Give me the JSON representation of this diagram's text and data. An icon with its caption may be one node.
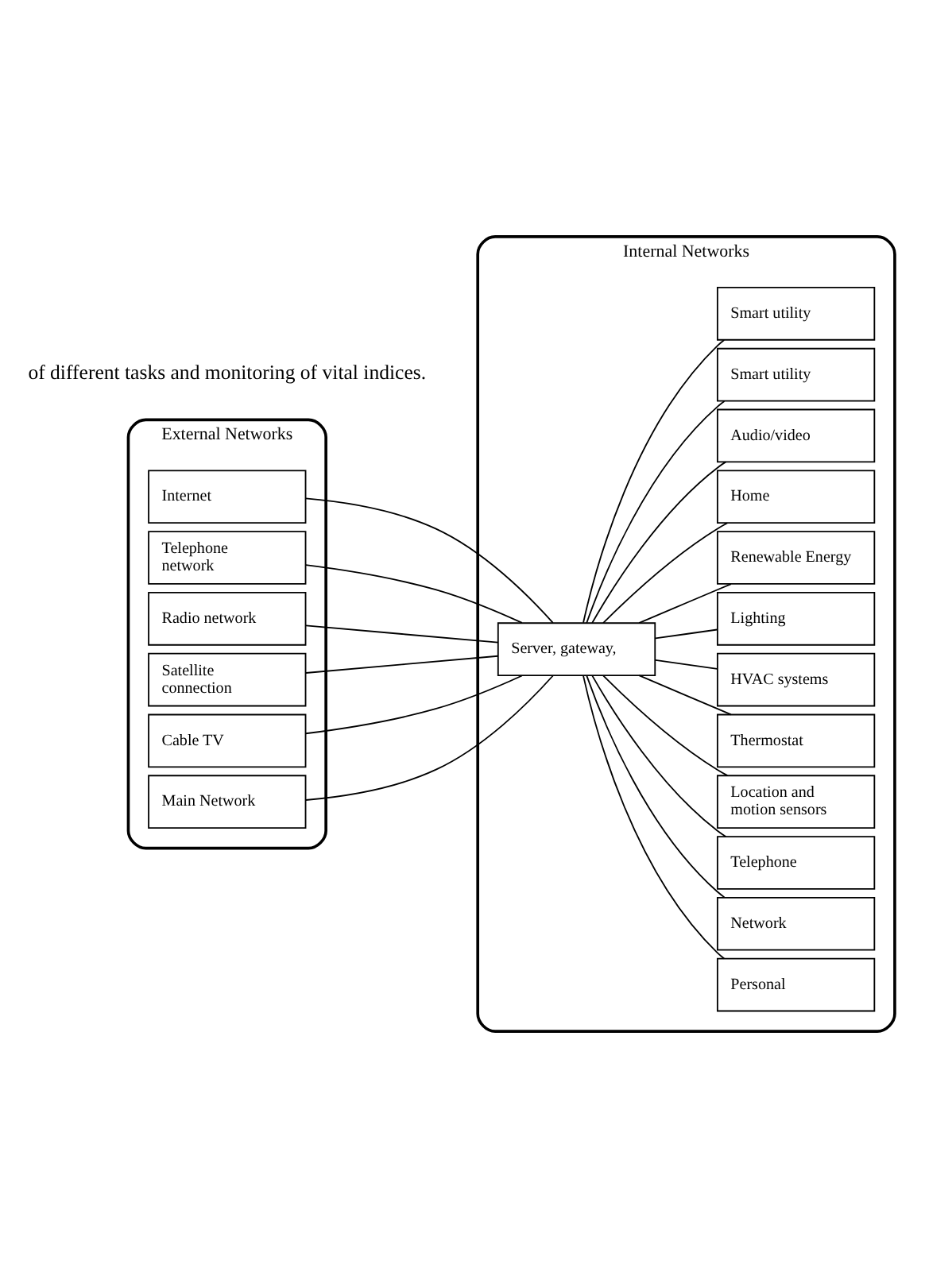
{
  "diagram": {
    "nodes": [
      {
        "text": [
          "External Networks"
        ]
      },
      {
        "text": [
          "Internet"
        ],
        "in": 0
      },
      {
        "text": [
          "Telephone network"
        ],
        "in": 0
      },
      {
        "text": [
          "Radio network"
        ],
        "in": 0
      },
      {
        "text": [
          "Satellite connection"
        ],
        "in": 0
      },
      {
        "text": [
          "Cable TV"
        ],
        "in": 0
      },
      {
        "text": [
          "Main Network"
        ],
        "in": 0
      },
      {
        "text": [
          "Internal Networks"
        ]
      },
      {
        "text": [
          "Server, gateway,"
        ],
        "in": 7
      },
      {
        "text": [
          "Personal"
        ],
        "in": 7
      },
      {
        "text": [
          "Network"
        ],
        "in": 7
      },
      {
        "text": [
          "Telephone"
        ],
        "in": 7
      },
      {
        "text": [
          "Location and motion sensors"
        ],
        "in": 7
      },
      {
        "text": [
          "Thermostat"
        ],
        "in": 7
      },
      {
        "text": [
          "HVAC systems"
        ],
        "in": 7
      },
      {
        "text": [
          "Lighting"
        ],
        "in": 7
      },
      {
        "text": [
          "Renewable Energy"
        ],
        "in": 7
      },
      {
        "text": [
          "Home"
        ],
        "in": 7
      },
      {
        "text": [
          "Audio/video"
        ],
        "in": 7
      },
      {
        "text": [
          "Smart utility"
        ],
        "in": 7
      },
      {
        "text": [
          "Smart utility"
        ],
        "in": 7
      }
    ],
    "edges": [
      {
        "from": 1,
        "to": 8,
        "arrow": "none"
      },
      {
        "from": 2,
        "to": 8,
        "arrow": "none"
      },
      {
        "from": 3,
        "to": 8,
        "arrow": "none"
      },
      {
        "from": 4,
        "to": 8,
        "arrow": "none"
      },
      {
        "from": 5,
        "to": 8,
        "arrow": "none"
      },
      {
        "from": 6,
        "to": 8,
        "arrow": "none"
      },
      {
        "from": 8,
        "to": 9,
        "arrow": "none"
      },
      {
        "from": 8,
        "to": 10,
        "arrow": "none"
      },
      {
        "from": 8,
        "to": 11,
        "arrow": "none"
      },
      {
        "from": 8,
        "to": 12,
        "arrow": "none"
      },
      {
        "from": 8,
        "to": 13,
        "arrow": "none"
      },
      {
        "from": 8,
        "to": 14,
        "arrow": "none"
      },
      {
        "from": 8,
        "to": 15,
        "arrow": "none"
      },
      {
        "from": 8,
        "to": 16,
        "arrow": "none"
      },
      {
        "from": 8,
        "to": 17,
        "arrow": "none"
      },
      {
        "from": 8,
        "to": 18,
        "arrow": "none"
      },
      {
        "from": 8,
        "to": 19,
        "arrow": "none"
      },
      {
        "from": 8,
        "to": 20,
        "arrow": "none"
      }
    ],
    "labels": [
      "of different tasks and monitoring of vital indices."
    ]
  }
}
